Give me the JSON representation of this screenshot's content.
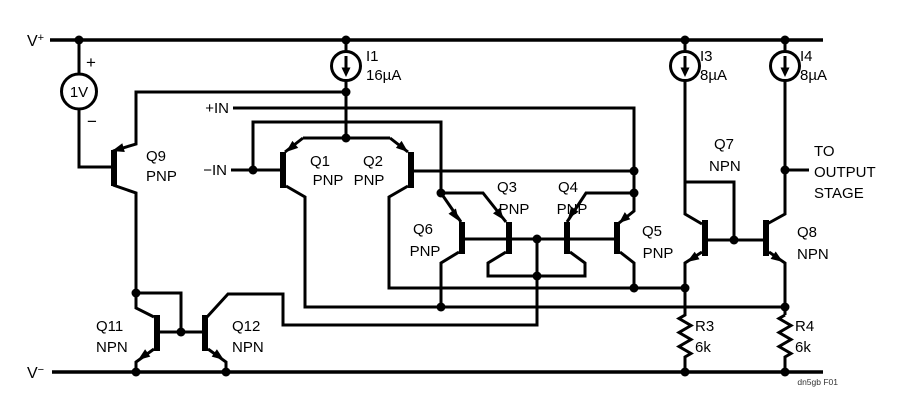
{
  "figure": {
    "id": "dn5gb F01"
  },
  "power": {
    "vplus": {
      "base": "V",
      "sup": "+"
    },
    "vminus": {
      "base": "V",
      "sup": "−"
    }
  },
  "inputs": {
    "noninverting": "+IN",
    "inverting": "−IN"
  },
  "output": {
    "line1": "TO",
    "line2": "OUTPUT",
    "line3": "STAGE"
  },
  "sources": {
    "v1": {
      "value": "1V",
      "polarity_plus": "+",
      "polarity_minus": "−"
    },
    "i1": {
      "name": "I1",
      "current": "16µA"
    },
    "i3": {
      "name": "I3",
      "current": "8µA"
    },
    "i4": {
      "name": "I4",
      "current": "8µA"
    }
  },
  "transistors": {
    "q1": {
      "name": "Q1",
      "type": "PNP"
    },
    "q2": {
      "name": "Q2",
      "type": "PNP"
    },
    "q3": {
      "name": "Q3",
      "type": "PNP"
    },
    "q4": {
      "name": "Q4",
      "type": "PNP"
    },
    "q5": {
      "name": "Q5",
      "type": "PNP"
    },
    "q6": {
      "name": "Q6",
      "type": "PNP"
    },
    "q7": {
      "name": "Q7",
      "type": "NPN"
    },
    "q8": {
      "name": "Q8",
      "type": "NPN"
    },
    "q9": {
      "name": "Q9",
      "type": "PNP"
    },
    "q11": {
      "name": "Q11",
      "type": "NPN"
    },
    "q12": {
      "name": "Q12",
      "type": "NPN"
    }
  },
  "resistors": {
    "r3": {
      "name": "R3",
      "value": "6k"
    },
    "r4": {
      "name": "R4",
      "value": "6k"
    }
  }
}
